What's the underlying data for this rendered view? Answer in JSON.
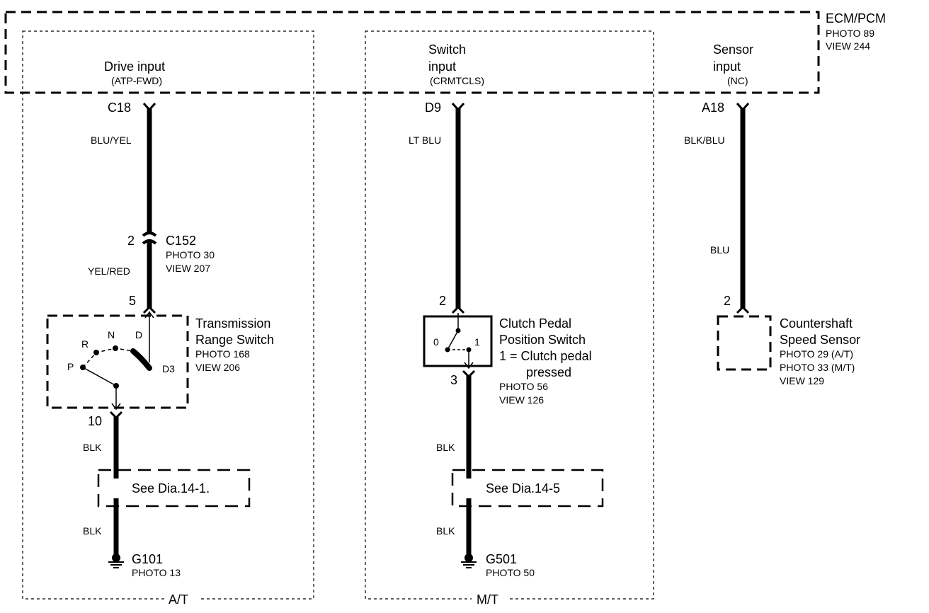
{
  "ecm": {
    "title": "ECM/PCM",
    "photo": "PHOTO 89",
    "view": "VIEW 244"
  },
  "inputs": {
    "drive": {
      "line1": "Drive input",
      "sub": "(ATP-FWD)",
      "pin": "C18"
    },
    "switch": {
      "line1": "Switch",
      "line2": "input",
      "sub": "(CRMTCLS)",
      "pin": "D9"
    },
    "sensor": {
      "line1": "Sensor",
      "line2": "input",
      "sub": "(NC)",
      "pin": "A18"
    }
  },
  "wires": {
    "blu_yel": "BLU/YEL",
    "yel_red": "YEL/RED",
    "blk_at_1": "BLK",
    "blk_at_2": "BLK",
    "lt_blu": "LT BLU",
    "blk_mt_1": "BLK",
    "blk_mt_2": "BLK",
    "blk_blu": "BLK/BLU",
    "blu": "BLU"
  },
  "c152": {
    "pin": "2",
    "name": "C152",
    "photo": "PHOTO 30",
    "view": "VIEW 207"
  },
  "trs": {
    "pin_top": "5",
    "pin_bottom": "10",
    "line1": "Transmission",
    "line2": "Range Switch",
    "photo": "PHOTO 168",
    "view": "VIEW 206",
    "pos_p": "P",
    "pos_r": "R",
    "pos_n": "N",
    "pos_d": "D",
    "pos_d3": "D3"
  },
  "cpps": {
    "pin_top": "2",
    "pin_bottom": "3",
    "line1": "Clutch Pedal",
    "line2": "Position Switch",
    "line3": "1 = Clutch pedal",
    "line4": "pressed",
    "photo": "PHOTO 56",
    "view": "VIEW 126",
    "pos0": "0",
    "pos1": "1"
  },
  "css": {
    "pin": "2",
    "line1": "Countershaft",
    "line2": "Speed Sensor",
    "photo1": "PHOTO 29 (A/T)",
    "photo2": "PHOTO 33 (M/T)",
    "view": "VIEW 129"
  },
  "see_at": {
    "prefix": "See ",
    "ref": "Dia.14-1."
  },
  "see_mt": {
    "prefix": "See ",
    "ref": "Dia.14-5"
  },
  "g101": {
    "name": "G101",
    "photo": "PHOTO 13"
  },
  "g501": {
    "name": "G501",
    "photo": "PHOTO 50"
  },
  "labels": {
    "at": "A/T",
    "mt": "M/T"
  }
}
